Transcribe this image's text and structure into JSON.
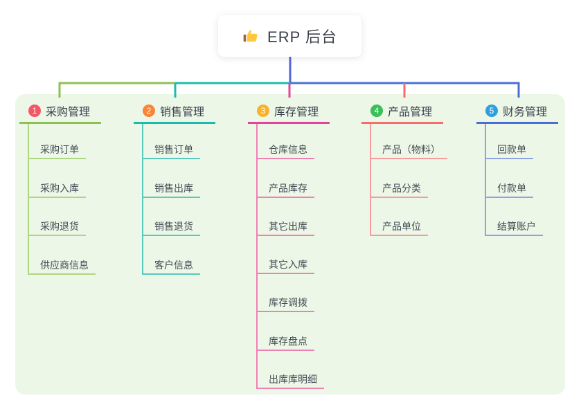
{
  "root": {
    "title": "ERP 后台",
    "icon": "thumbs-up-icon"
  },
  "colors": {
    "panel_bg": "#EDF7E7",
    "connector": "#5566D6",
    "icon_hand": "#FFC83D",
    "icon_sleeve": "#A0683A"
  },
  "branches": [
    {
      "index": "1",
      "label": "采购管理",
      "badge_color": "#F25767",
      "line_color": "#8CC152",
      "child_line_color": "#AED581",
      "children": [
        "采购订单",
        "采购入库",
        "采购退货",
        "供应商信息"
      ]
    },
    {
      "index": "2",
      "label": "销售管理",
      "badge_color": "#F7863B",
      "line_color": "#1CBCAD",
      "child_line_color": "#5BC8BD",
      "children": [
        "销售订单",
        "销售出库",
        "销售退货",
        "客户信息"
      ]
    },
    {
      "index": "3",
      "label": "库存管理",
      "badge_color": "#F7B32B",
      "line_color": "#E2449B",
      "child_line_color": "#F080B4",
      "children": [
        "仓库信息",
        "产品库存",
        "其它出库",
        "其它入库",
        "库存调拨",
        "库存盘点",
        "出库库明细"
      ]
    },
    {
      "index": "4",
      "label": "产品管理",
      "badge_color": "#3DBE5B",
      "line_color": "#F56C6C",
      "child_line_color": "#F59B9B",
      "children": [
        "产品（物料）",
        "产品分类",
        "产品单位"
      ]
    },
    {
      "index": "5",
      "label": "财务管理",
      "badge_color": "#2E9FDF",
      "line_color": "#4A6FD4",
      "child_line_color": "#8DA3E2",
      "children": [
        "回款单",
        "付款单",
        "结算账户"
      ]
    }
  ]
}
